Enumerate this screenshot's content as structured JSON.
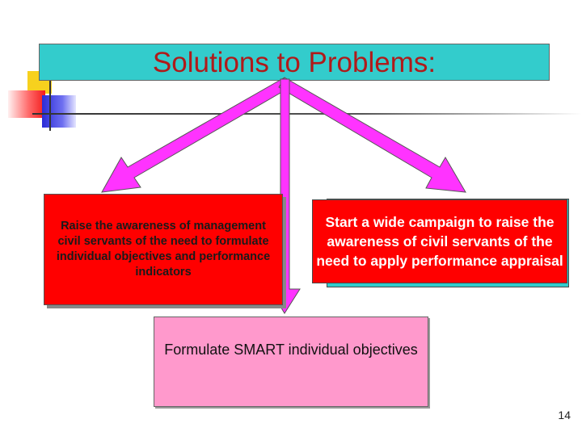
{
  "title": "Solutions to Problems:",
  "boxes": {
    "left": "Raise the awareness of management civil servants of the need to formulate individual objectives and performance indicators",
    "right": "Start a wide campaign to raise the awareness of civil servants of the need to apply performance appraisal",
    "bottom": "Formulate SMART individual objectives"
  },
  "page_number": "14",
  "colors": {
    "title_bg": "#33cccc",
    "title_text": "#b01a1a",
    "arrow": "#ff33ff",
    "box_red": "#ff0000",
    "box_pink": "#ff99cc"
  }
}
